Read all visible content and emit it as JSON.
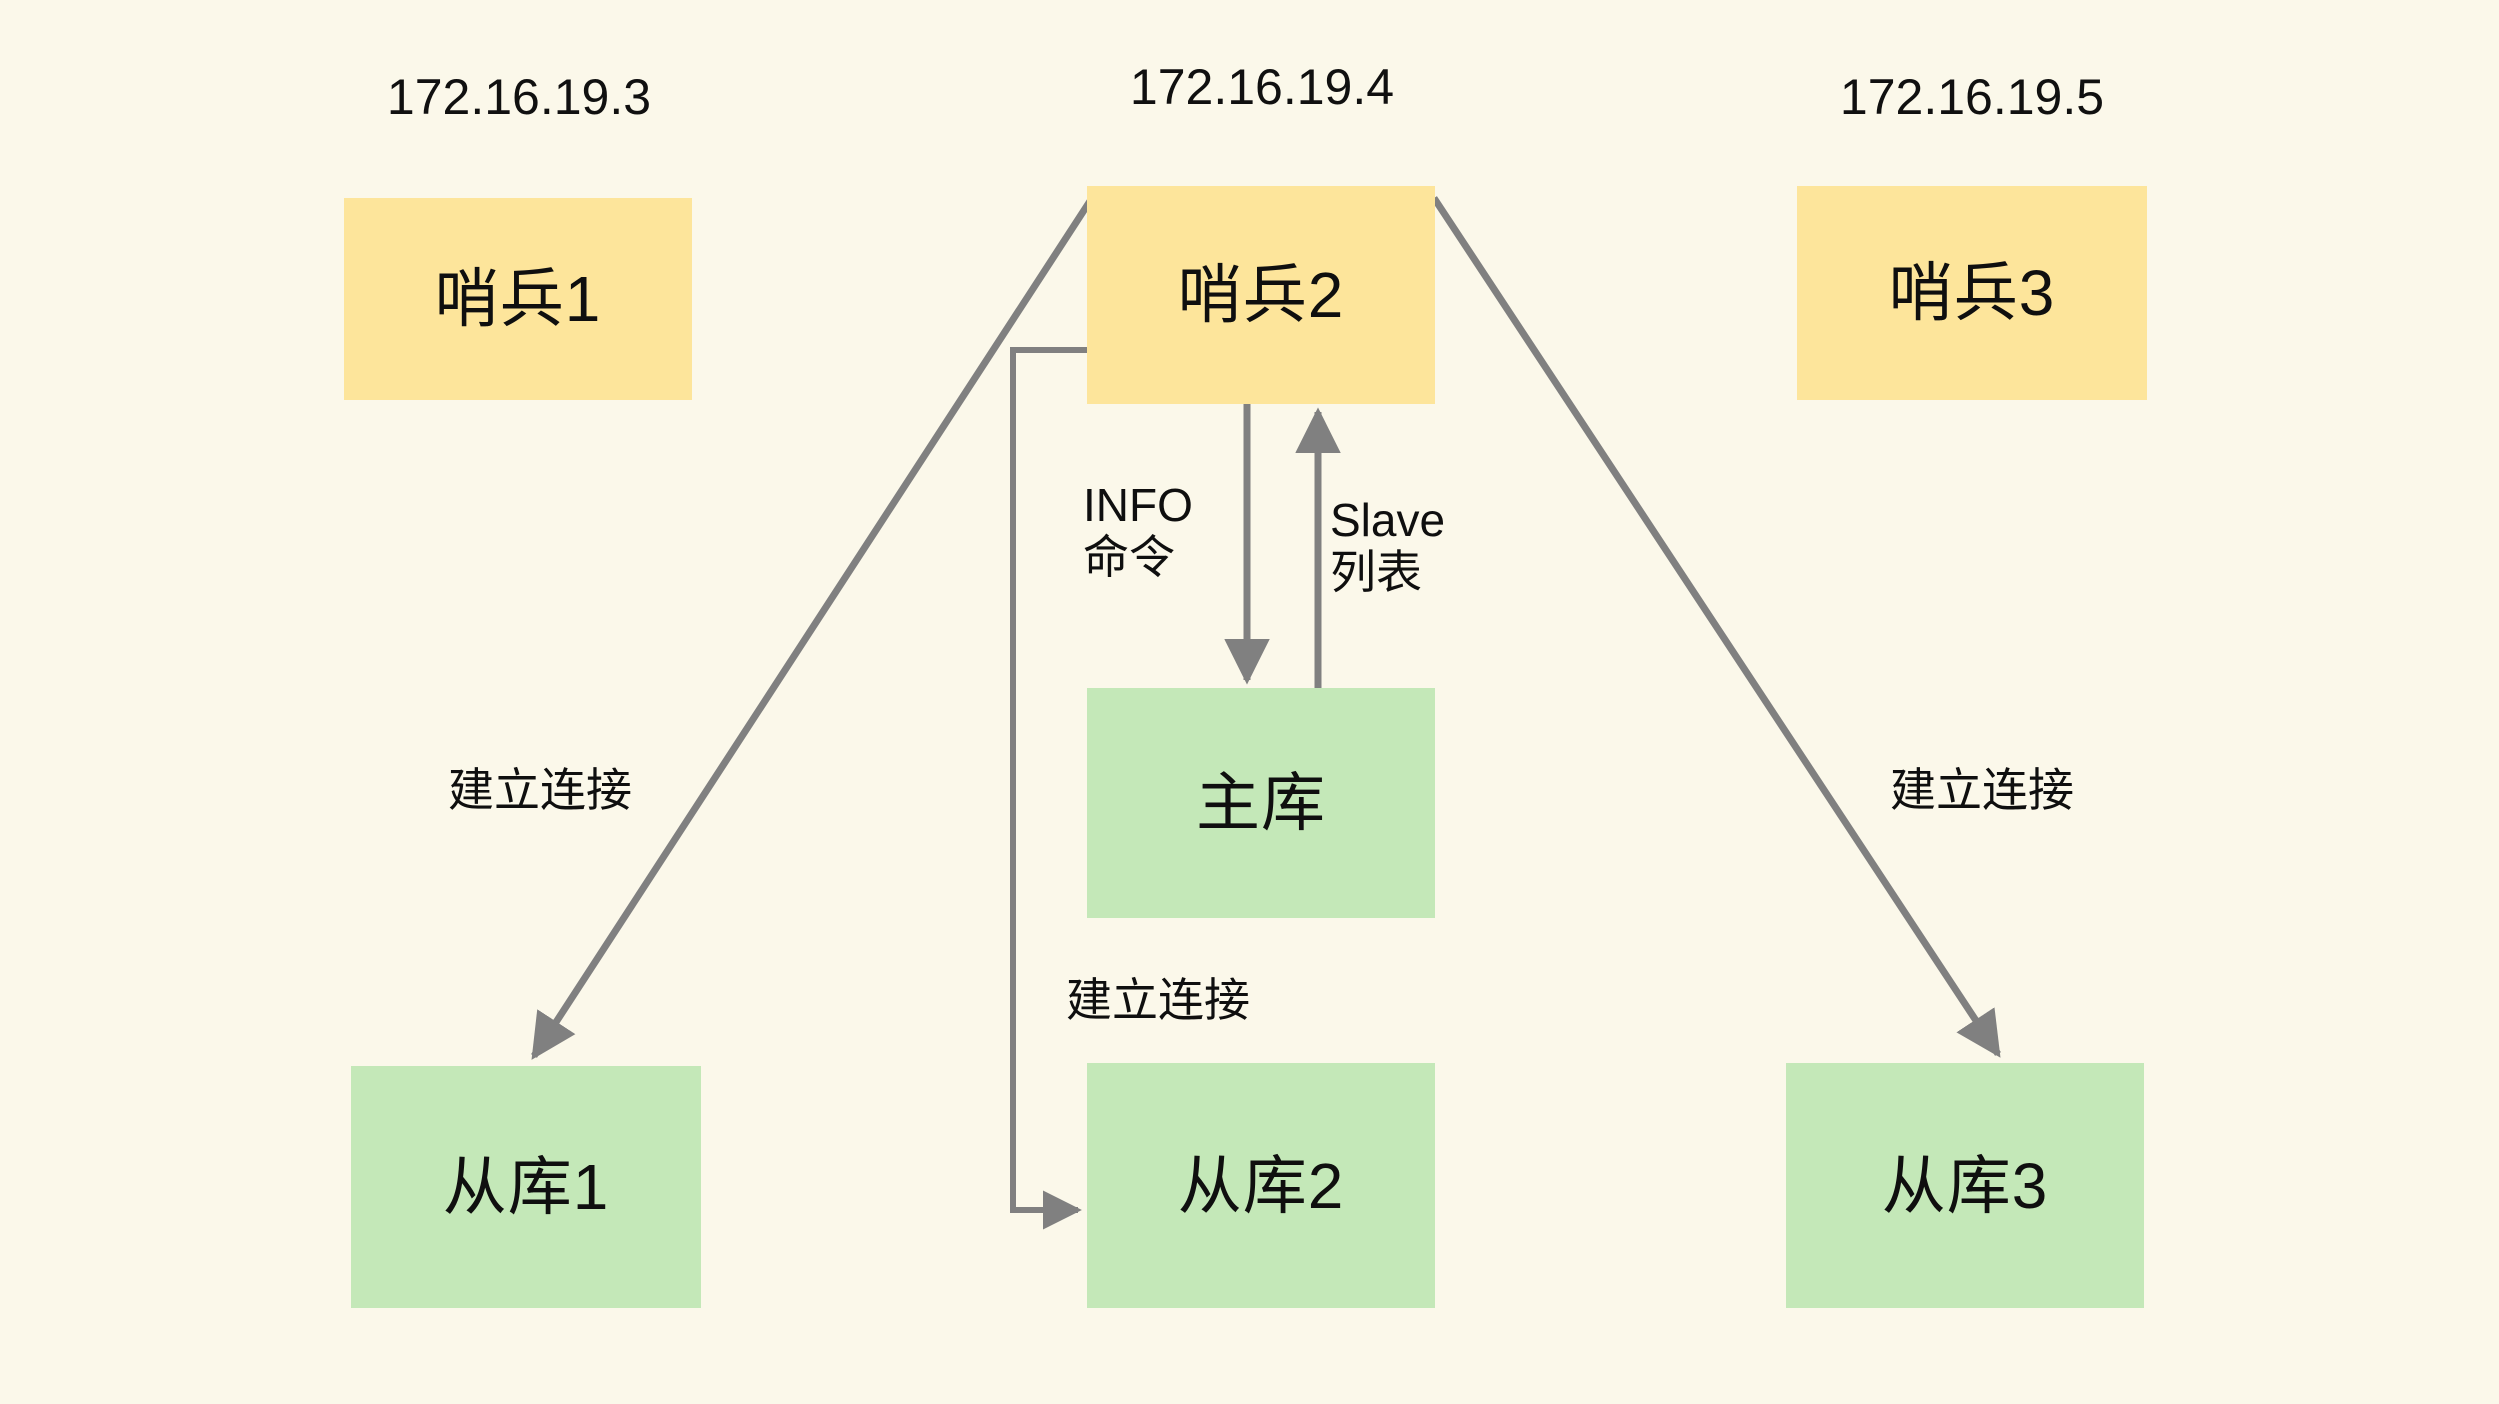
{
  "diagram": {
    "title": "Redis Sentinel cluster topology",
    "background_color": "#FBF8EA",
    "sentinel_color": "#FDE59B",
    "database_color": "#C4E8B8",
    "edge_color": "#808080",
    "nodes": {
      "sentinel1": {
        "label": "哨兵1",
        "ip": "172.16.19.3"
      },
      "sentinel2": {
        "label": "哨兵2",
        "ip": "172.16.19.4"
      },
      "sentinel3": {
        "label": "哨兵3",
        "ip": "172.16.19.5"
      },
      "master": {
        "label": "主库"
      },
      "replica1": {
        "label": "从库1"
      },
      "replica2": {
        "label": "从库2"
      },
      "replica3": {
        "label": "从库3"
      }
    },
    "edge_labels": {
      "info_command": "INFO\n命令",
      "slave_list": "Slave\n列表",
      "connect_left": "建立连接",
      "connect_middle": "建立连接",
      "connect_right": "建立连接"
    }
  }
}
